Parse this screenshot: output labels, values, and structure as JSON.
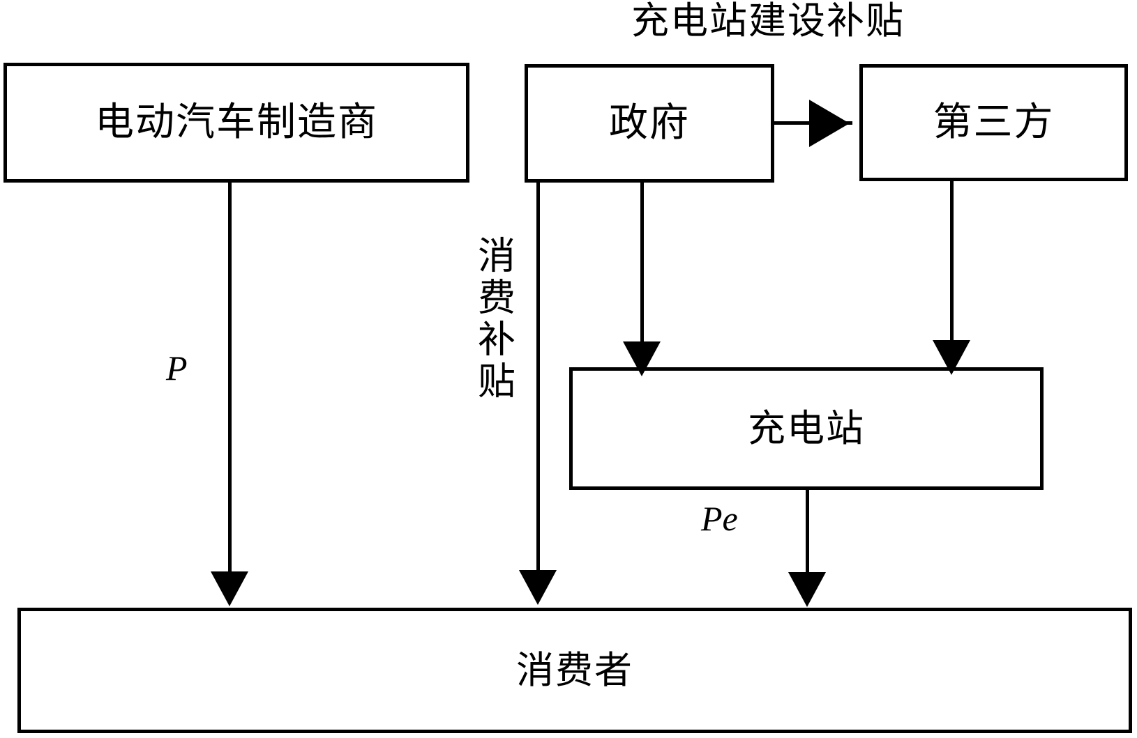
{
  "title": "充电站建设补贴",
  "nodes": {
    "manufacturer": "电动汽车制造商",
    "government": "政府",
    "third_party": "第三方",
    "charging_station": "充电站",
    "consumer": "消费者"
  },
  "edge_labels": {
    "price": "P",
    "charging_price": "Pe",
    "consumption_subsidy": "消费补贴"
  },
  "colors": {
    "stroke": "#000000",
    "background": "#ffffff"
  },
  "chart_data": {
    "type": "diagram",
    "title": "充电站建设补贴",
    "nodes": [
      {
        "id": "manufacturer",
        "label": "电动汽车制造商"
      },
      {
        "id": "government",
        "label": "政府"
      },
      {
        "id": "third_party",
        "label": "第三方"
      },
      {
        "id": "charging_station",
        "label": "充电站"
      },
      {
        "id": "consumer",
        "label": "消费者"
      }
    ],
    "edges": [
      {
        "from": "manufacturer",
        "to": "consumer",
        "label": "P"
      },
      {
        "from": "government",
        "to": "consumer",
        "label": "消费补贴"
      },
      {
        "from": "government",
        "to": "charging_station",
        "label": ""
      },
      {
        "from": "government",
        "to": "third_party",
        "label": "充电站建设补贴"
      },
      {
        "from": "third_party",
        "to": "charging_station",
        "label": ""
      },
      {
        "from": "charging_station",
        "to": "consumer",
        "label": "Pe"
      }
    ]
  }
}
